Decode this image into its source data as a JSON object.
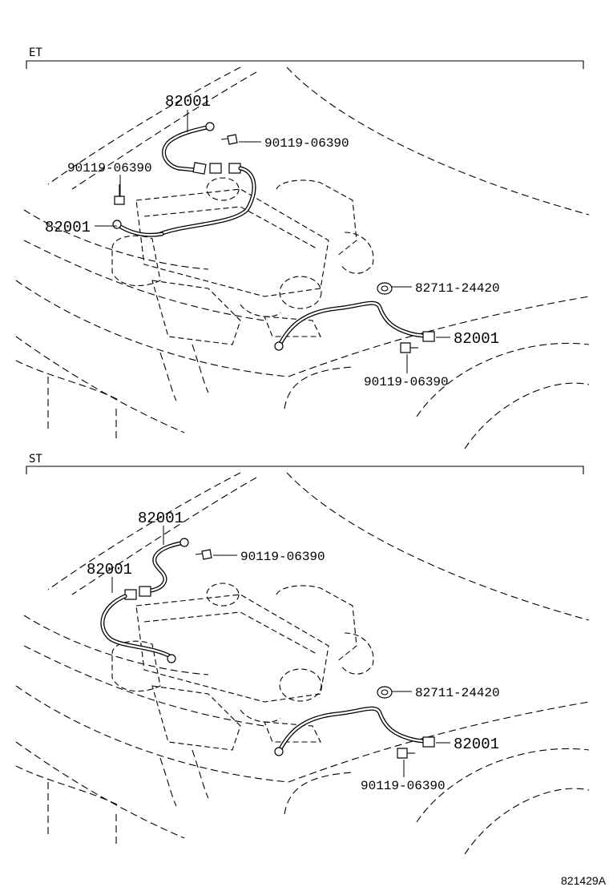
{
  "sections": [
    {
      "label": "ET",
      "callouts": [
        {
          "text": "82001"
        },
        {
          "text": "90119-06390"
        },
        {
          "text": "90119-06390"
        },
        {
          "text": "82001"
        },
        {
          "text": "82711-24420"
        },
        {
          "text": "82001"
        },
        {
          "text": "90119-06390"
        }
      ]
    },
    {
      "label": "ST",
      "callouts": [
        {
          "text": "82001"
        },
        {
          "text": "90119-06390"
        },
        {
          "text": "82001"
        },
        {
          "text": "82711-24420"
        },
        {
          "text": "82001"
        },
        {
          "text": "90119-06390"
        }
      ]
    }
  ],
  "figure_id": "821429A"
}
